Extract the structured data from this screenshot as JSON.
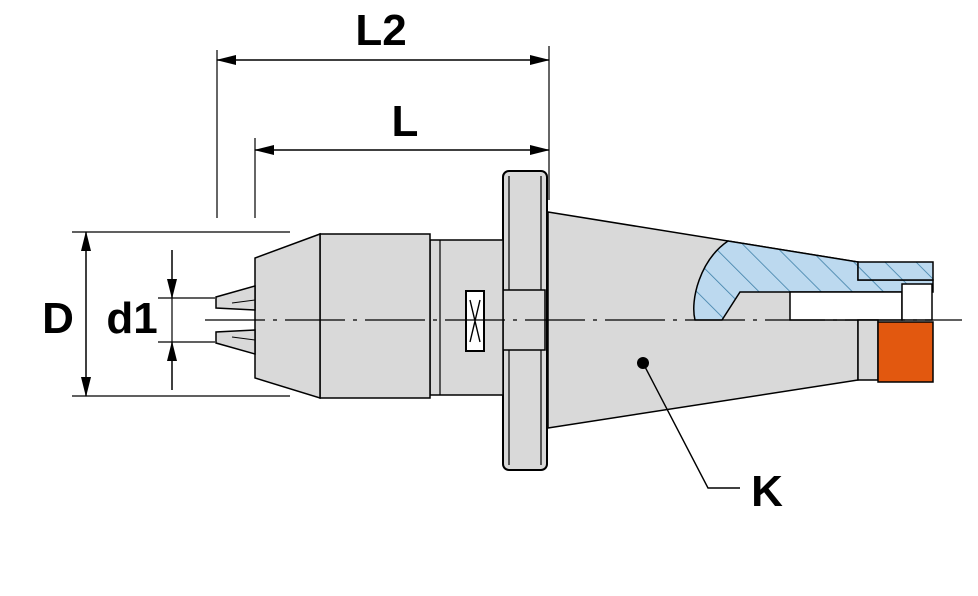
{
  "labels": {
    "L2": "L2",
    "L": "L",
    "D": "D",
    "d1": "d1",
    "K": "K"
  },
  "colors": {
    "body_fill": "#d9d9d9",
    "outline": "#000000",
    "section_fill": "#bcd9ef",
    "hatch": "#3d7fa8",
    "key_insert": "#e2580f",
    "background": "#ffffff"
  }
}
